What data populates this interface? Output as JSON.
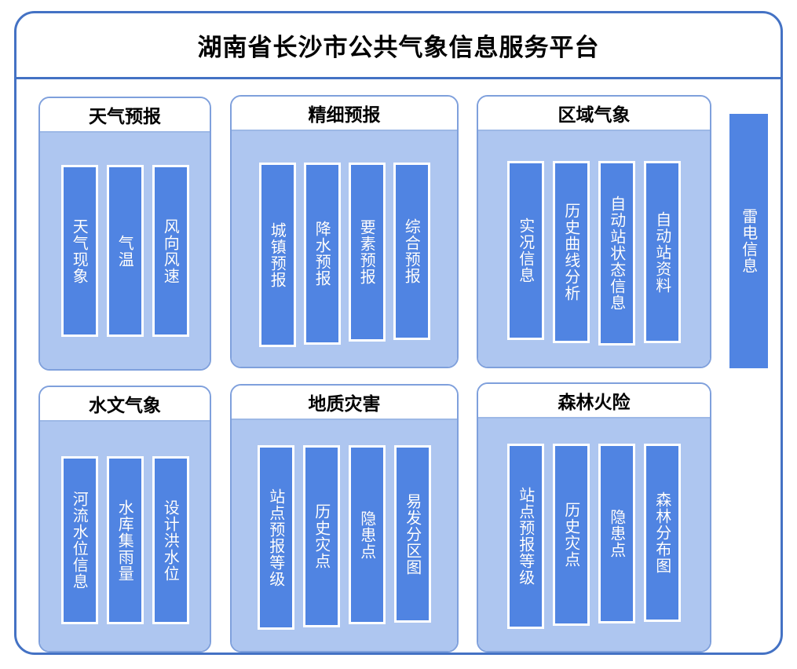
{
  "platform": {
    "title": "湖南省长沙市公共气象信息服务平台",
    "accent_color": "#4472C4",
    "group_body_color": "#AEC6F0",
    "item_color": "#5084E2",
    "item_text_color": "#FFFFFF"
  },
  "groups": [
    {
      "title": "天气预报",
      "items": [
        {
          "label": "天气现象"
        },
        {
          "label": "气温"
        },
        {
          "label": "风向风速"
        }
      ]
    },
    {
      "title": "精细预报",
      "items": [
        {
          "label": "城镇预报"
        },
        {
          "label": "降水预报"
        },
        {
          "label": "要素预报"
        },
        {
          "label": "综合预报"
        }
      ]
    },
    {
      "title": "区域气象",
      "items": [
        {
          "label": "实况信息"
        },
        {
          "label": "历史曲线分析"
        },
        {
          "label": "自动站状态信息"
        },
        {
          "label": "自动站资料"
        }
      ]
    },
    {
      "title": "水文气象",
      "items": [
        {
          "label": "河流水位信息"
        },
        {
          "label": "水库集雨量"
        },
        {
          "label": "设计洪水位"
        }
      ]
    },
    {
      "title": "地质灾害",
      "items": [
        {
          "label": "站点预报等级"
        },
        {
          "label": "历史灾点"
        },
        {
          "label": "隐患点"
        },
        {
          "label": "易发分区图"
        }
      ]
    },
    {
      "title": "森林火险",
      "items": [
        {
          "label": "站点预报等级"
        },
        {
          "label": "历史灾点"
        },
        {
          "label": "隐患点"
        },
        {
          "label": "森林分布图"
        }
      ]
    }
  ],
  "side_bar": {
    "label": "雷电信息"
  }
}
